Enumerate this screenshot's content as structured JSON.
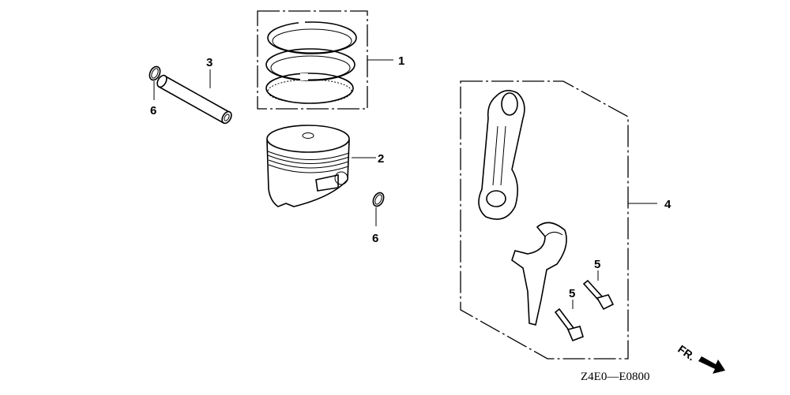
{
  "diagram": {
    "callouts": [
      {
        "id": "1",
        "part": "piston-ring-set"
      },
      {
        "id": "2",
        "part": "piston"
      },
      {
        "id": "3",
        "part": "piston-pin"
      },
      {
        "id": "4",
        "part": "connecting-rod-assembly"
      },
      {
        "id": "5",
        "part": "connecting-rod-bolt"
      },
      {
        "id": "6",
        "part": "piston-pin-clip"
      }
    ],
    "labels": {
      "one": "1",
      "two": "2",
      "three": "3",
      "four": "4",
      "five_a": "5",
      "five_b": "5",
      "six_a": "6",
      "six_b": "6"
    },
    "drawing_code": "Z4E0—E0800",
    "front_indicator": "FR."
  }
}
